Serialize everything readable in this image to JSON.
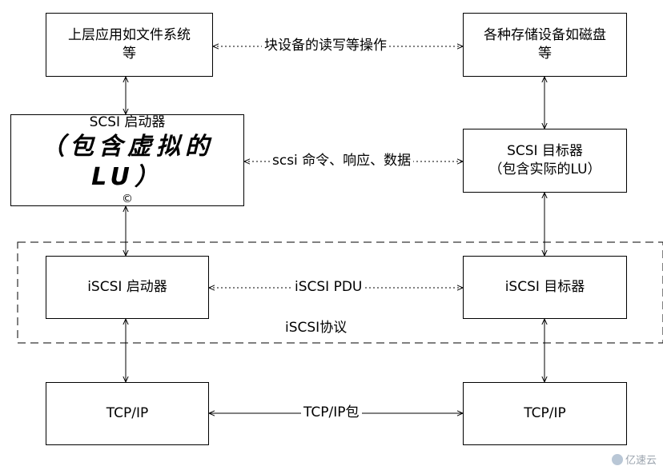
{
  "top_left": {
    "line1": "上层应用如文件系统",
    "line2": "等"
  },
  "top_right": {
    "line1": "各种存储设备如磁盘",
    "line2": "等"
  },
  "mid_left": {
    "line1": "SCSI 启动器",
    "line2": "（包含虚拟的LU）",
    "line3": "©"
  },
  "mid_right": {
    "line1": "SCSI 目标器",
    "line2": "（包含实际的LU）"
  },
  "iscsi_left": {
    "label": "iSCSI 启动器"
  },
  "iscsi_right": {
    "label": "iSCSI 目标器"
  },
  "tcp_left": {
    "label": "TCP/IP"
  },
  "tcp_right": {
    "label": "TCP/IP"
  },
  "links": {
    "block_ops": "块设备的读写等操作",
    "scsi_cmds": "scsi 命令、响应、数据",
    "iscsi_pdu": "iSCSI PDU",
    "tcp_packet": "TCP/IP包"
  },
  "protocol_region": {
    "label": "iSCSI协议"
  },
  "watermark": {
    "text": "亿速云"
  }
}
